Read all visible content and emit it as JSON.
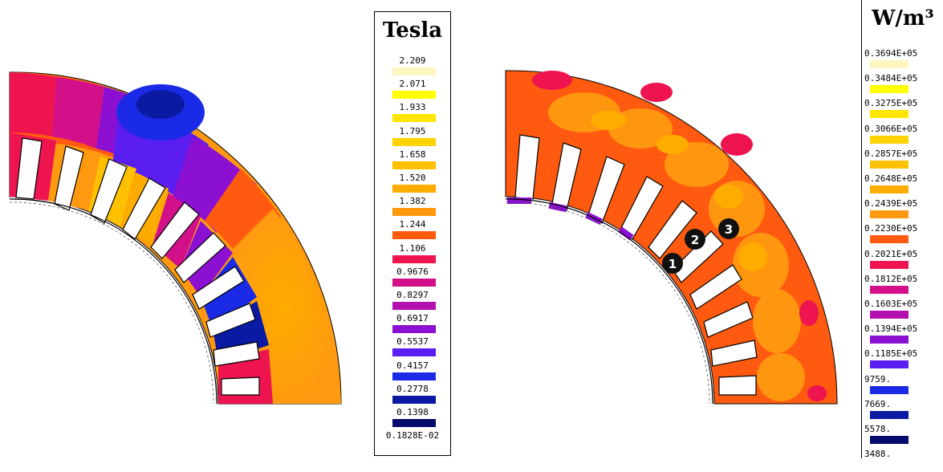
{
  "legend_left": {
    "unit": "Tesla",
    "entries": [
      {
        "label": "2.209",
        "color": "#fdf6bf"
      },
      {
        "label": "2.071",
        "color": "#ffff00"
      },
      {
        "label": "1.933",
        "color": "#ffe600"
      },
      {
        "label": "1.795",
        "color": "#ffd200"
      },
      {
        "label": "1.658",
        "color": "#ffc000"
      },
      {
        "label": "1.520",
        "color": "#ffac00"
      },
      {
        "label": "1.382",
        "color": "#ff9a10"
      },
      {
        "label": "1.244",
        "color": "#ff5a10"
      },
      {
        "label": "1.106",
        "color": "#ee1450"
      },
      {
        "label": "0.9676",
        "color": "#d2108a"
      },
      {
        "label": "0.8297",
        "color": "#b410b0"
      },
      {
        "label": "0.6917",
        "color": "#8c10d2"
      },
      {
        "label": "0.5537",
        "color": "#5a1ef0"
      },
      {
        "label": "0.4157",
        "color": "#1a2ae6"
      },
      {
        "label": "0.2778",
        "color": "#0a1aa2"
      },
      {
        "label": "0.1398",
        "color": "#060a6c"
      },
      {
        "label": "0.1828E-02",
        "color": null
      }
    ]
  },
  "legend_right": {
    "unit": "W/m³",
    "entries": [
      {
        "label": "0.3694E+05",
        "color": "#fdf6bf"
      },
      {
        "label": "0.3484E+05",
        "color": "#ffff00"
      },
      {
        "label": "0.3275E+05",
        "color": "#ffe600"
      },
      {
        "label": "0.3066E+05",
        "color": "#ffd200"
      },
      {
        "label": "0.2857E+05",
        "color": "#ffc000"
      },
      {
        "label": "0.2648E+05",
        "color": "#ffac00"
      },
      {
        "label": "0.2439E+05",
        "color": "#ff9a10"
      },
      {
        "label": "0.2230E+05",
        "color": "#ff5a10"
      },
      {
        "label": "0.2021E+05",
        "color": "#ee1450"
      },
      {
        "label": "0.1812E+05",
        "color": "#d2108a"
      },
      {
        "label": "0.1603E+05",
        "color": "#b410b0"
      },
      {
        "label": "0.1394E+05",
        "color": "#8c10d2"
      },
      {
        "label": "0.1185E+05",
        "color": "#5a1ef0"
      },
      {
        "label": "9759.",
        "color": "#1a2ae6"
      },
      {
        "label": "7669.",
        "color": "#0a1aa2"
      },
      {
        "label": "5578.",
        "color": "#060a6c"
      },
      {
        "label": "3488.",
        "color": null
      }
    ]
  },
  "markers": [
    {
      "label": "1"
    },
    {
      "label": "2"
    },
    {
      "label": "3"
    }
  ],
  "colors": {
    "slot": "#ffffff",
    "outline": "#000000",
    "marker": "#111111"
  }
}
